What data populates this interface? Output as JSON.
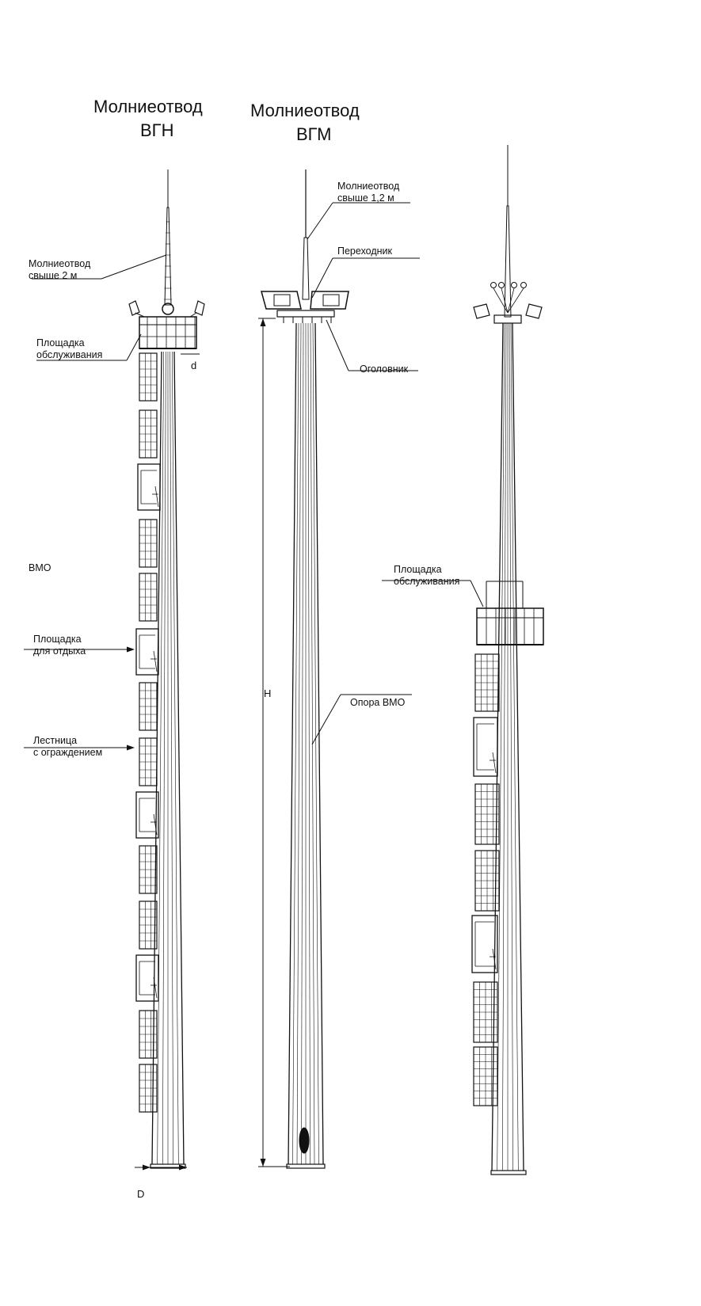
{
  "titles": {
    "vgn_1": "Молниеотвод",
    "vgn_2": "ВГН",
    "vgm_1": "Молниеотвод",
    "vgm_2": "ВГМ"
  },
  "labels": {
    "rod_2m_1": "Молниеотвод",
    "rod_2m_2": "свыше 2 м",
    "platform_top_1": "Площадка",
    "platform_top_2": "обслуживания",
    "vmo": "ВМО",
    "rest_platform_1": "Площадка",
    "rest_platform_2": "для отдыха",
    "ladder_1": "Лестница",
    "ladder_2": "с ограждением",
    "rod_12m_1": "Молниеотвод",
    "rod_12m_2": "свыше 1,2 м",
    "adapter": "Переходник",
    "head": "Оголовник",
    "mast": "Опора ВМО",
    "platform_right_1": "Площадка",
    "platform_right_2": "обслуживания"
  },
  "dimensions": {
    "d": "d",
    "H": "H",
    "D": "D"
  },
  "colors": {
    "ink": "#111111",
    "paper": "#ffffff"
  }
}
